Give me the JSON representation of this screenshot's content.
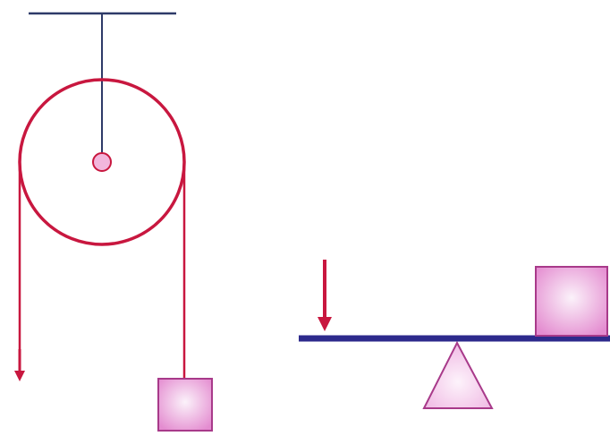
{
  "diagram": {
    "panels": [
      {
        "kind": "fixed-pulley",
        "parts": [
          "ceiling-bar",
          "hanger-rod",
          "pulley-wheel",
          "axle",
          "left-rope",
          "force-arrow",
          "right-rope",
          "load-block"
        ]
      },
      {
        "kind": "lever",
        "parts": [
          "lever-beam",
          "fulcrum",
          "force-arrow",
          "load-block"
        ]
      }
    ]
  },
  "colors": {
    "support": "#2e3a68",
    "pulley_rope": "#c8173f",
    "lever_beam": "#2d2a8c",
    "force_arrow": "#c8173f",
    "block_fill_center": "#fbf2fa",
    "block_fill_edge": "#e48cd0",
    "block_stroke": "#a83a8a",
    "fulcrum_fill_center": "#fdf3fb",
    "fulcrum_fill_edge": "#efb6e2",
    "fulcrum_stroke": "#a83a8a",
    "axle_fill": "#f2b6dc",
    "axle_stroke": "#c8173f"
  },
  "icons": {
    "pulley": "pulley-icon",
    "lever": "lever-icon",
    "arrow": "down-arrow-icon",
    "block": "weight-block-icon",
    "fulcrum": "triangle-fulcrum-icon"
  }
}
